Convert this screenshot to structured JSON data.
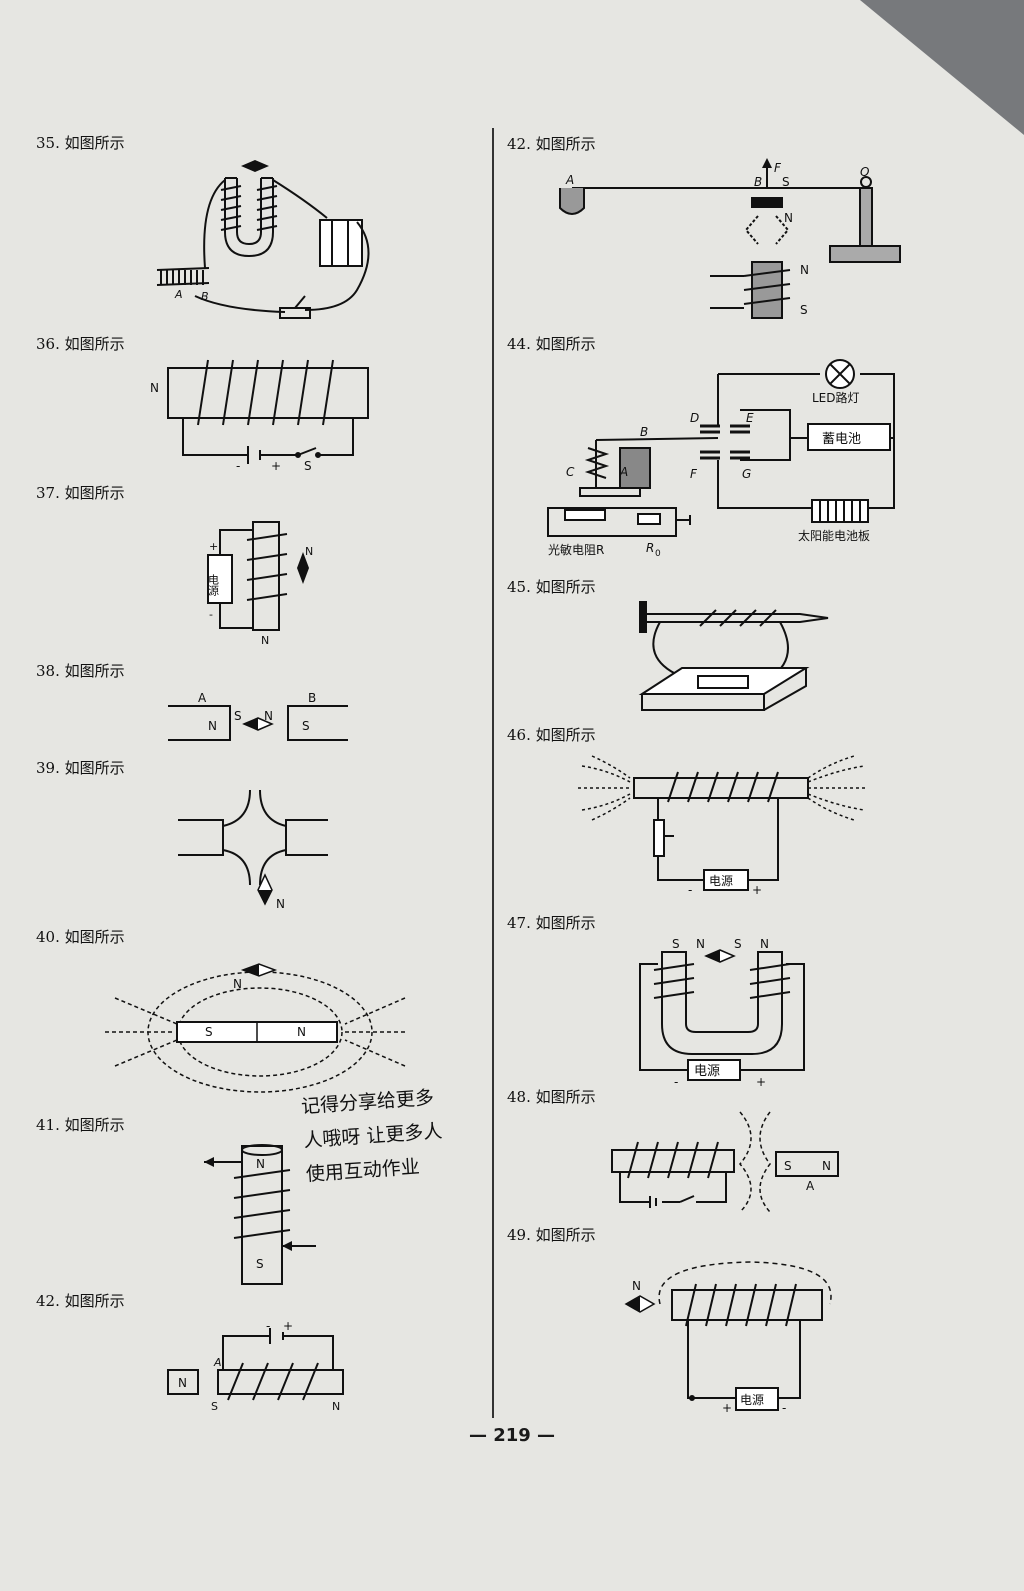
{
  "items": [
    {
      "label": "35. 如图所示"
    },
    {
      "label": "36. 如图所示",
      "text": {
        "n": "N",
        "minus": "-",
        "plus": "+",
        "s": "S"
      }
    },
    {
      "label": "37. 如图所示",
      "text": {
        "plus": "+",
        "minus": "-",
        "source": "电源",
        "n_side": "N",
        "n_bottom": "N"
      }
    },
    {
      "label": "38. 如图所示",
      "text": {
        "a": "A",
        "b": "B",
        "n": "N",
        "s_left": "S",
        "n_right": "N",
        "s": "S"
      }
    },
    {
      "label": "39. 如图所示",
      "text": {
        "n": "N"
      }
    },
    {
      "label": "40. 如图所示",
      "text": {
        "n_top": "N",
        "s": "S",
        "n": "N"
      }
    },
    {
      "label": "41. 如图所示",
      "text": {
        "n": "N",
        "s": "S"
      }
    },
    {
      "label": "42. 如图所示",
      "text": {
        "minus": "-",
        "plus": "+",
        "a": "A",
        "n_magnet": "N",
        "s": "S",
        "n": "N"
      }
    },
    {
      "label": "42. 如图所示",
      "text": {
        "a": "A",
        "f": "F",
        "b": "B",
        "s_top": "S",
        "o": "O",
        "n_mid": "N",
        "n_coil": "N",
        "s_coil": "S"
      }
    },
    {
      "label": "44. 如图所示",
      "text": {
        "led": "LED路灯",
        "b": "B",
        "d": "D",
        "e": "E",
        "c": "C",
        "a": "A",
        "battery": "蓄电池",
        "f": "F",
        "g": "G",
        "photo": "光敏电阻R",
        "r0": "R",
        "r0_sub": "0",
        "solar": "太阳能电池板"
      }
    },
    {
      "label": "45. 如图所示"
    },
    {
      "label": "46. 如图所示",
      "text": {
        "source": "电源",
        "minus": "-",
        "plus": "+"
      }
    },
    {
      "label": "47. 如图所示",
      "text": {
        "s1": "S",
        "n1": "N",
        "s2": "S",
        "n2": "N",
        "source": "电源",
        "minus": "-",
        "plus": "+"
      }
    },
    {
      "label": "48. 如图所示",
      "text": {
        "s": "S",
        "n": "N",
        "a": "A"
      }
    },
    {
      "label": "49. 如图所示",
      "text": {
        "n": "N",
        "plus": "+",
        "source": "电源",
        "minus": "-"
      }
    }
  ],
  "handwritten_note": [
    "记得分享给更多",
    "人哦呀 让更多人",
    "使用互动作业"
  ],
  "page_number": "— 219 —"
}
